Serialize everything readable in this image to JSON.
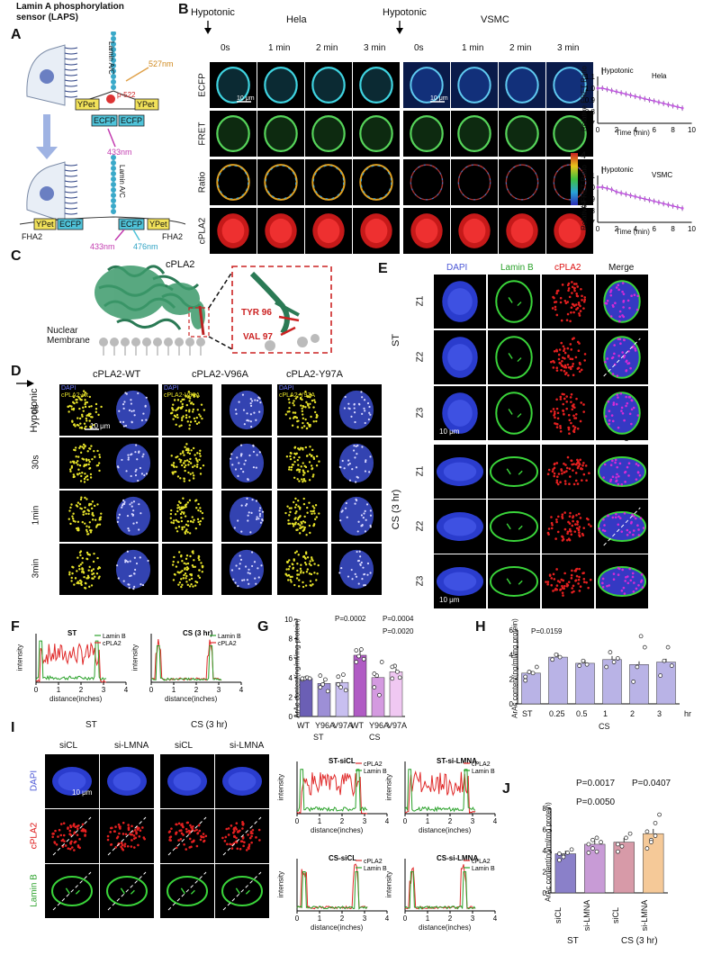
{
  "panel_letters": [
    "A",
    "B",
    "C",
    "D",
    "E",
    "F",
    "G",
    "H",
    "I",
    "J"
  ],
  "A": {
    "title": "Lamin A phosphorylation sensor (LAPS)",
    "labels": {
      "lamin": "Lamin A/C",
      "ypet": "YPet",
      "ecfp": "ECFP",
      "p522": "p-522",
      "nm527": "527nm",
      "nm433": "433nm",
      "nm476": "476nm",
      "fha2": "FHA2"
    }
  },
  "B": {
    "hypotonic": "Hypotonic",
    "hela": "Hela",
    "vsmc": "VSMC",
    "times": [
      "0s",
      "1 min",
      "2 min",
      "3 min"
    ],
    "rows": [
      "ECFP",
      "FRET",
      "Ratio",
      "cPLA2"
    ],
    "scale": "10 μm",
    "colorbar": [
      "4",
      "3"
    ],
    "charts": [
      {
        "title": "Hela",
        "hypotonic": "Hypotonic",
        "ylabel": "Relative FRET Ratio",
        "xlabel": "Time  (min)",
        "xticks": [
          "0",
          "2",
          "4",
          "6",
          "8",
          "10"
        ],
        "yticks": [
          "1.1",
          "1.0",
          "0.9",
          "0.8",
          "0.7"
        ]
      },
      {
        "title": "VSMC",
        "hypotonic": "Hypotonic",
        "ylabel": "Relative FRET Ratio",
        "xlabel": "Time  (min)",
        "xticks": [
          "0",
          "2",
          "4",
          "6",
          "8",
          "10"
        ],
        "yticks": [
          "1.1",
          "1.0",
          "0.9",
          "0.8",
          "0.7"
        ]
      }
    ]
  },
  "C": {
    "protein": "cPLA2",
    "membrane": "Nuclear\nMembrane",
    "tyr": "TYR 96",
    "val": "VAL 97"
  },
  "D": {
    "hypotonic": "Hypotonic",
    "columns": [
      "cPLA2-WT",
      "cPLA2-V96A",
      "cPLA2-Y97A"
    ],
    "legend_dapi": "DAPI",
    "legends": [
      "cPLA2-wt",
      "cPLA2-V96A",
      "cPLA2-Y97A"
    ],
    "rows": [
      "0s",
      "30s",
      "1min",
      "3min"
    ],
    "scale": "10 μm"
  },
  "E": {
    "columns": [
      "DAPI",
      "Lamin B",
      "cPLA2",
      "Merge"
    ],
    "z": [
      "Z1",
      "Z2",
      "Z3"
    ],
    "groups": [
      "ST",
      "CS (3 hr)"
    ],
    "scale": "10 μm"
  },
  "F": {
    "titles": [
      "ST",
      "CS (3 hr)"
    ],
    "legend": [
      "Lamin B",
      "cPLA2"
    ],
    "ylabel": "intensity",
    "xlabel": "distance(inches)",
    "xticks": [
      "0",
      "1",
      "2",
      "3",
      "4"
    ]
  },
  "I": {
    "groups": [
      "ST",
      "CS (3 hr)"
    ],
    "columns": [
      "siCL",
      "si-LMNA",
      "siCL",
      "si-LMNA"
    ],
    "rows": [
      "DAPI",
      "cPLA2",
      "Lamin B"
    ],
    "scale": "10 μm",
    "plots": [
      {
        "title": "ST-siCL"
      },
      {
        "title": "ST-si-LMNA"
      },
      {
        "title": "CS-siCL"
      },
      {
        "title": "CS-si-LMNA"
      }
    ],
    "legend": [
      "cPLA2",
      "Lamin B"
    ],
    "ylabel": "intensity",
    "xlabel": "distance(inches)",
    "xticks": [
      "0",
      "1",
      "2",
      "3",
      "4"
    ]
  },
  "chart_data": [
    {
      "id": "B-hela",
      "type": "line",
      "title": "Hela",
      "xlabel": "Time  (min)",
      "ylabel": "Relative FRET Ratio",
      "xlim": [
        0,
        10
      ],
      "ylim": [
        0.7,
        1.1
      ],
      "x": [
        0,
        0.5,
        1,
        1.5,
        2,
        2.5,
        3,
        3.5,
        4,
        4.5,
        5,
        5.5,
        6,
        6.5,
        7,
        7.5,
        8,
        8.5,
        9
      ],
      "series": [
        {
          "values": [
            1.0,
            1.0,
            0.99,
            0.98,
            0.97,
            0.96,
            0.95,
            0.94,
            0.93,
            0.92,
            0.91,
            0.9,
            0.89,
            0.88,
            0.87,
            0.86,
            0.85,
            0.84,
            0.83
          ]
        }
      ]
    },
    {
      "id": "B-vsmc",
      "type": "line",
      "title": "VSMC",
      "xlabel": "Time  (min)",
      "ylabel": "Relative FRET Ratio",
      "xlim": [
        0,
        10
      ],
      "ylim": [
        0.7,
        1.1
      ],
      "x": [
        0,
        0.5,
        1,
        1.5,
        2,
        2.5,
        3,
        3.5,
        4,
        4.5,
        5,
        5.5,
        6,
        6.5,
        7,
        7.5,
        8,
        8.5,
        9
      ],
      "series": [
        {
          "values": [
            1.0,
            1.0,
            0.99,
            0.98,
            0.96,
            0.95,
            0.94,
            0.93,
            0.92,
            0.91,
            0.9,
            0.89,
            0.88,
            0.87,
            0.86,
            0.85,
            0.84,
            0.83,
            0.82
          ]
        }
      ]
    },
    {
      "id": "G",
      "type": "bar",
      "ylabel": "ArAc content(ng/ml/mg protein)",
      "ylim": [
        0,
        10
      ],
      "yticks": [
        "0",
        "2",
        "4",
        "6",
        "8",
        "10"
      ],
      "categories": [
        "WT",
        "Y96A",
        "V97A",
        "WT",
        "Y96A",
        "V97A"
      ],
      "groups": [
        "ST",
        "CS"
      ],
      "values": [
        3.9,
        3.4,
        3.5,
        6.3,
        4.0,
        4.6
      ],
      "colors": [
        "#6b5fb5",
        "#9d8fd6",
        "#c8bff0",
        "#b05bc4",
        "#d49ae0",
        "#f0c8f2"
      ],
      "points": [
        [
          3.8,
          3.9,
          4.0,
          3.9,
          3.9
        ],
        [
          3.0,
          3.3,
          3.8,
          2.6,
          4.2
        ],
        [
          3.3,
          3.0,
          4.3,
          2.7,
          4.1
        ],
        [
          5.6,
          6.2,
          6.9,
          5.9,
          6.8
        ],
        [
          3.0,
          4.2,
          2.2,
          5.6,
          4.4
        ],
        [
          3.9,
          5.2,
          4.6,
          4.0,
          5.1
        ]
      ],
      "pvalues": [
        "P=0.0002",
        "P=0.0004",
        "P=0.0020"
      ]
    },
    {
      "id": "H",
      "type": "bar",
      "ylabel": "ArAc content(ng/ml/mg protein)",
      "ylim": [
        0,
        6
      ],
      "yticks": [
        "0",
        "2",
        "4",
        "6"
      ],
      "categories": [
        "ST",
        "0.25",
        "0.5",
        "1",
        "2",
        "3"
      ],
      "group_label": "CS",
      "unit": "hr",
      "values": [
        2.5,
        3.8,
        3.3,
        3.6,
        3.2,
        3.4
      ],
      "colors": [
        "#b9b3e6",
        "#b9b3e6",
        "#b9b3e6",
        "#b9b3e6",
        "#b9b3e6",
        "#b9b3e6"
      ],
      "points": [
        [
          1.9,
          2.6,
          2.5,
          3.0,
          2.2
        ],
        [
          3.6,
          4.0,
          3.8
        ],
        [
          3.1,
          3.5,
          3.2
        ],
        [
          3.0,
          4.2,
          3.4,
          3.7
        ],
        [
          1.8,
          3.0,
          5.5,
          4.6
        ],
        [
          2.3,
          3.5,
          4.6,
          3.1
        ]
      ],
      "pvalues": [
        "P=0.0159"
      ]
    },
    {
      "id": "J",
      "type": "bar",
      "ylabel": "ArAc content(ng/ml/mg protein)",
      "ylim": [
        0,
        8
      ],
      "yticks": [
        "0",
        "2",
        "4",
        "6",
        "8"
      ],
      "categories": [
        "siCL",
        "si-LMNA",
        "siCL",
        "si-LMNA"
      ],
      "groups": [
        "ST",
        "CS (3 hr)"
      ],
      "values": [
        3.7,
        4.6,
        4.8,
        5.6
      ],
      "colors": [
        "#8a80c9",
        "#c89bd6",
        "#d79aa8",
        "#f5c998"
      ],
      "points": [
        [
          3.1,
          3.5,
          3.8,
          4.1,
          3.7,
          3.4
        ],
        [
          3.8,
          4.2,
          5.2,
          4.8,
          4.6,
          5.0,
          3.9
        ],
        [
          3.9,
          4.4,
          5.2,
          5.6,
          4.6
        ],
        [
          4.2,
          5.0,
          6.6,
          7.4,
          5.8,
          4.8,
          5.4
        ]
      ],
      "pvalues": [
        "P=0.0017",
        "P=0.0407",
        "P=0.0050"
      ]
    }
  ]
}
